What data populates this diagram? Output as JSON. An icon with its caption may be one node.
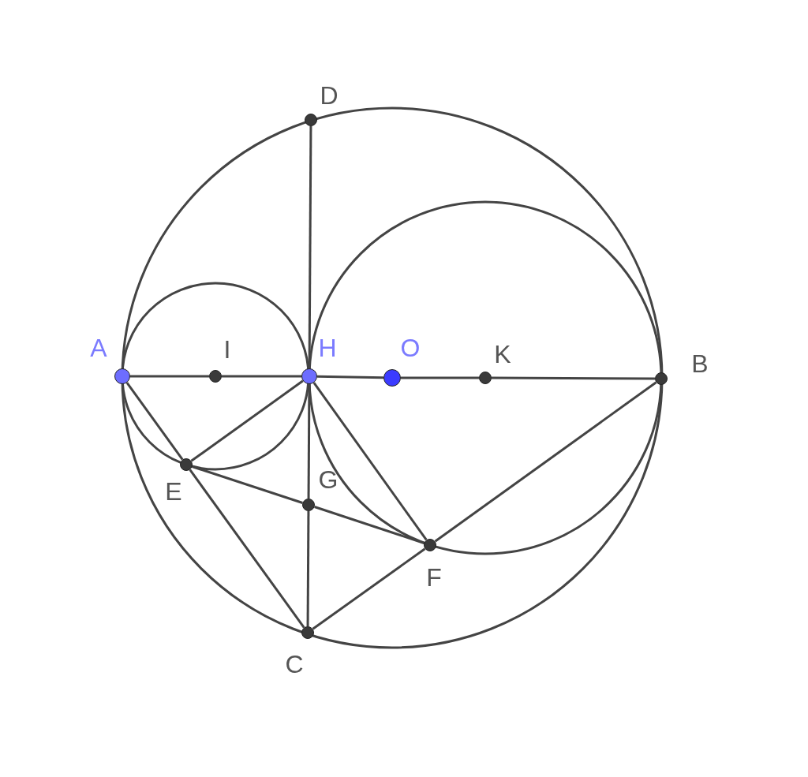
{
  "diagram": {
    "nodes": [
      {
        "text": [
          "A"
        ]
      },
      {
        "text": [
          "I"
        ]
      },
      {
        "text": [
          "H"
        ]
      },
      {
        "text": [
          "O"
        ]
      },
      {
        "text": [
          "K"
        ]
      },
      {
        "text": [
          "B"
        ]
      },
      {
        "text": [
          "D"
        ]
      },
      {
        "text": [
          "E"
        ]
      },
      {
        "text": [
          "G"
        ]
      },
      {
        "text": [
          "F"
        ]
      },
      {
        "text": [
          "C"
        ]
      }
    ],
    "edges": [
      {
        "from": 0,
        "to": 1,
        "arrow": "none"
      },
      {
        "from": 1,
        "to": 2,
        "arrow": "none"
      },
      {
        "from": 2,
        "to": 3,
        "arrow": "none"
      },
      {
        "from": 3,
        "to": 4,
        "arrow": "none"
      },
      {
        "from": 4,
        "to": 5,
        "arrow": "none"
      },
      {
        "from": 6,
        "to": 2,
        "arrow": "none"
      },
      {
        "from": 2,
        "to": 8,
        "arrow": "none"
      },
      {
        "from": 8,
        "to": 10,
        "arrow": "none"
      },
      {
        "from": 0,
        "to": 7,
        "arrow": "none"
      },
      {
        "from": 7,
        "to": 10,
        "arrow": "none"
      },
      {
        "from": 2,
        "to": 7,
        "arrow": "none"
      },
      {
        "from": 2,
        "to": 9,
        "arrow": "none"
      },
      {
        "from": 7,
        "to": 8,
        "arrow": "none"
      },
      {
        "from": 8,
        "to": 9,
        "arrow": "none"
      },
      {
        "from": 10,
        "to": 9,
        "arrow": "none"
      },
      {
        "from": 9,
        "to": 5,
        "arrow": "none"
      }
    ]
  }
}
